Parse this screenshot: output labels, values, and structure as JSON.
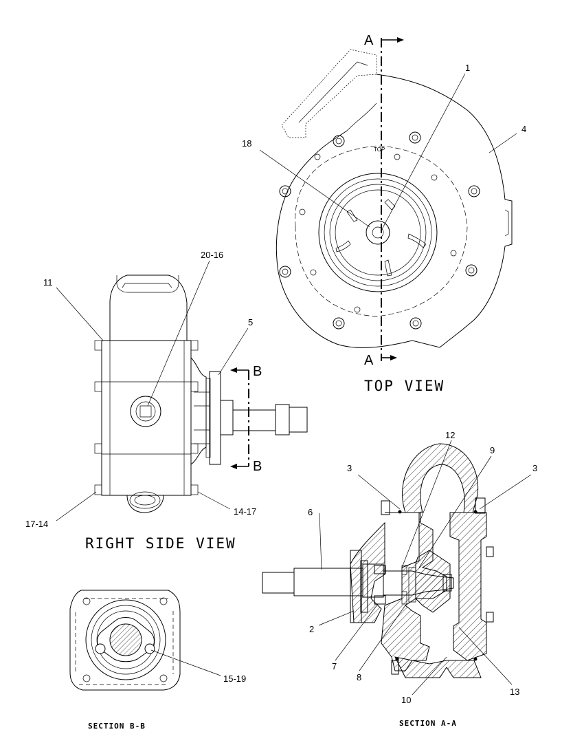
{
  "views": {
    "top": {
      "title": "TOP VIEW",
      "cut_top": "A",
      "cut_bottom": "A",
      "top_mark": "TOP"
    },
    "right_side": {
      "title": "RIGHT SIDE VIEW",
      "cut_top": "B",
      "cut_bottom": "B"
    },
    "section_bb": {
      "title": "SECTION B-B"
    },
    "section_aa": {
      "title": "SECTION A-A"
    }
  },
  "callouts": {
    "c1": "1",
    "c2": "2",
    "c3a": "3",
    "c3b": "3",
    "c4": "4",
    "c5": "5",
    "c6": "6",
    "c7": "7",
    "c8": "8",
    "c9": "9",
    "c10": "10",
    "c11": "11",
    "c12": "12",
    "c13": "13",
    "c18": "18",
    "c20_16": "20-16",
    "c17_14": "17-14",
    "c14_17": "14-17",
    "c15_19": "15-19"
  }
}
